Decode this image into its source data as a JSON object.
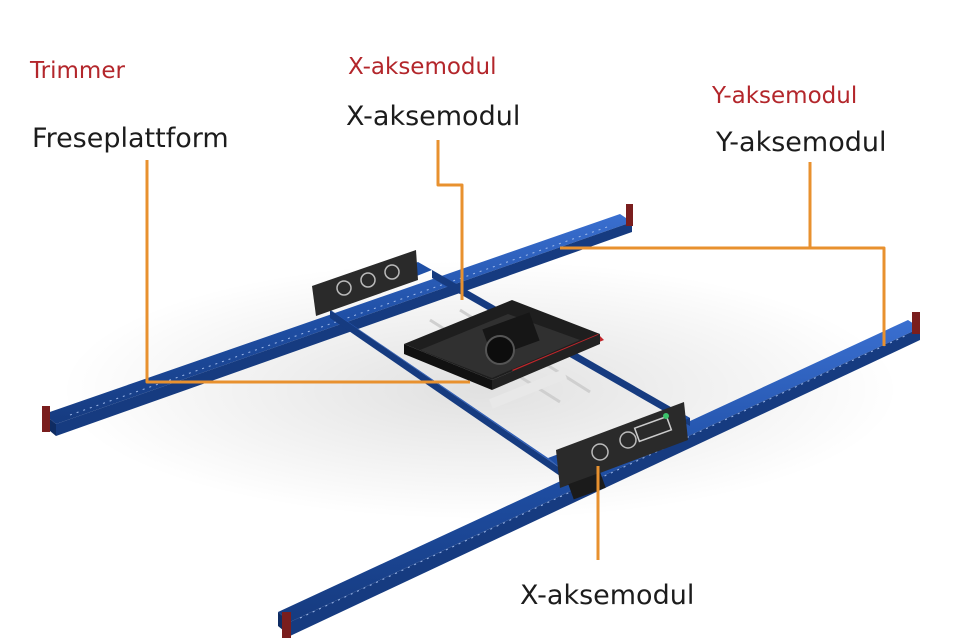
{
  "labels": {
    "trimmer_red": "Trimmer",
    "freseplattform": "Freseplattform",
    "x_axis_red": "X-aksemodul",
    "x_axis_top": "X-aksemodul",
    "y_axis_red": "Y-aksemodul",
    "y_axis_black": "Y-aksemodul",
    "x_axis_bottom": "X-aksemodul"
  },
  "colors": {
    "leader_line": "#e8912f",
    "rail_blue": "#1f4fa5",
    "rail_dark": "#163b80",
    "rail_end": "#8b1f1f",
    "frame_dark": "#2a2a2a",
    "accent_red": "#c0262b",
    "heading_red": "#b3262b",
    "text": "#1c1c1c"
  }
}
